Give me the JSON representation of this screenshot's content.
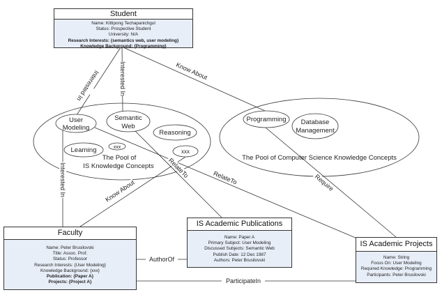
{
  "student": {
    "title": "Student",
    "lines": [
      "Name: Kittipong Techapanichgul",
      "Status: Prospective Student",
      "University: N/A"
    ],
    "bold_lines": [
      "Research Interests: {semantics web, user modeling}",
      "Knowledge Background: {Programming}"
    ]
  },
  "faculty": {
    "title": "Faculty",
    "lines": [
      "Name: Peter Brusilovski",
      "Title: Assoc. Prof.",
      "Status: Professor",
      "Research Interests: {User Modeling}",
      "Knowledge Background: {xxx}"
    ],
    "bold_lines": [
      "Publication: {Paper A}",
      "Projects: {Project A}"
    ]
  },
  "publications": {
    "title": "IS Academic Publications",
    "lines": [
      "Name: Paper A",
      "Primary Subject: User Modeling",
      "Discussed Subjects: Semantic Web",
      "Publish Date: 12 Dec 1987",
      "Authors: Peter Brusilovski"
    ]
  },
  "projects": {
    "title": "IS Academic Projects",
    "lines": [
      "Name: String",
      "Focus On: User Modeling",
      "Required Knowledge: Programming",
      "Participants: Peter Brusilovski"
    ]
  },
  "is_pool": {
    "label_line1": "The Pool of",
    "label_line2": "IS Knowledge Concepts",
    "concepts": {
      "user_modeling": [
        "User",
        "Modeling"
      ],
      "semantic_web": [
        "Semantic",
        "Web"
      ],
      "reasoning": "Reasoning",
      "learning": "Learning",
      "xxx_small": "xxx",
      "xxx": "xxx"
    }
  },
  "cs_pool": {
    "label": "The Pool of Computer Science Knowledge Concepts",
    "concepts": {
      "programming": "Programming",
      "database_management": [
        "Database",
        "Management"
      ]
    }
  },
  "relations": {
    "student_interested_user_modeling": "Interested In",
    "student_interested_semantic_web": "Interested In",
    "student_know_about": "Know About",
    "faculty_interested_in": "Interested In",
    "faculty_know_about": "Know About",
    "semantic_web_relate_to": "RelateTo",
    "user_modeling_relate_to": "RelateTo",
    "require": "Require",
    "author_of": "AuthorOf",
    "participate_in": "ParticipateIn"
  }
}
